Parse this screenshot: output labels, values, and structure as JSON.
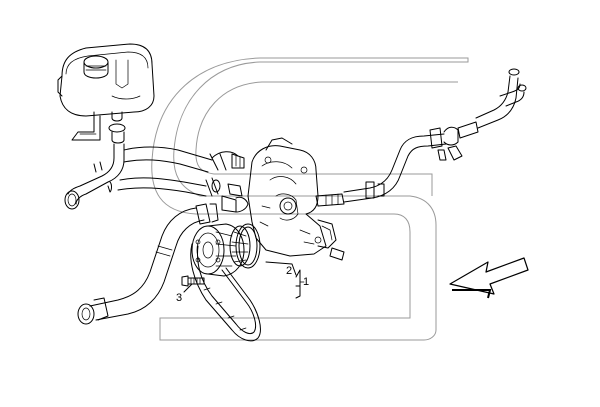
{
  "diagram": {
    "type": "exploded-parts-view",
    "callouts": [
      {
        "id": "callout-1",
        "label": "1"
      },
      {
        "id": "callout-2",
        "label": "2"
      },
      {
        "id": "callout-3",
        "label": "3"
      }
    ],
    "icons": [
      "direction-arrow-icon",
      "watermark-logo-icon"
    ],
    "colors": {
      "lines": "#000000",
      "watermark": "#9a9a9a",
      "background": "#ffffff"
    }
  }
}
